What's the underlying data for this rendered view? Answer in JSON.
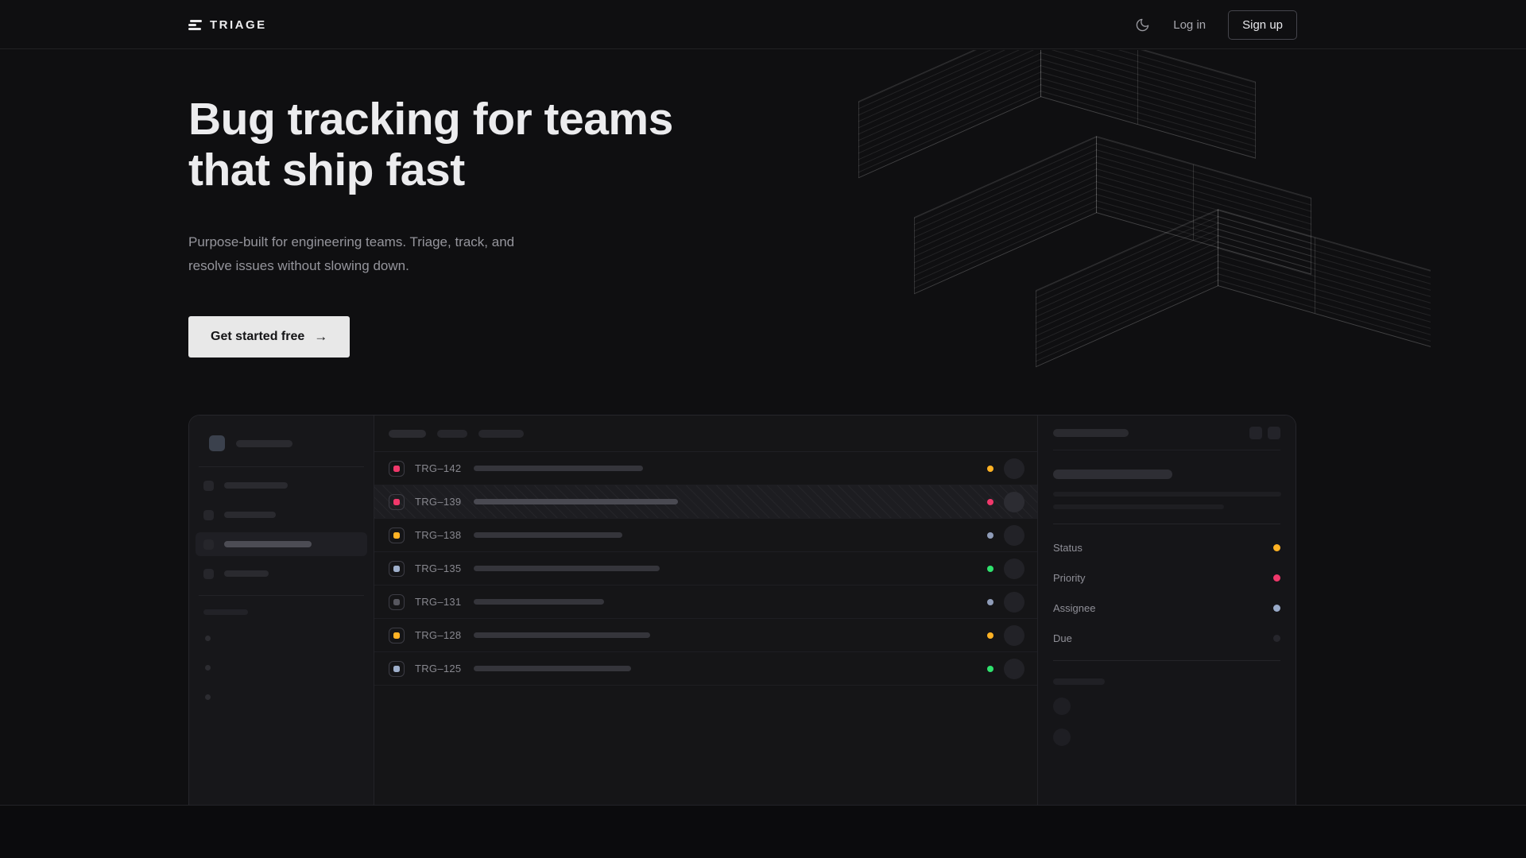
{
  "nav": {
    "brand": "TRIAGE",
    "theme_toggle_icon": "moon-icon",
    "login_label": "Log in",
    "signup_label": "Sign up"
  },
  "hero": {
    "title_line1": "Bug tracking for teams",
    "title_line2": "that ship fast",
    "subtitle_line1": "Purpose-built for engineering teams. Triage, track, and",
    "subtitle_line2": "resolve issues without slowing down.",
    "cta_label": "Get started free",
    "cta_arrow": "→"
  },
  "app_mockup": {
    "sidebar": {
      "nav_item_pill_widths": [
        80,
        65,
        110,
        56
      ],
      "selected_index": 2,
      "footer_dot_count": 3
    },
    "issue_list": {
      "issues": [
        {
          "id": "TRG–142",
          "icon_color": "#f0386b",
          "status_dot_color": "#ffb224",
          "title_bar_width": 213,
          "selected": false
        },
        {
          "id": "TRG–139",
          "icon_color": "#f0386b",
          "status_dot_color": "#f0386b",
          "title_bar_width": 257,
          "selected": true
        },
        {
          "id": "TRG–138",
          "icon_color": "#ffb224",
          "status_dot_color": "#8f9cb8",
          "title_bar_width": 187,
          "selected": false
        },
        {
          "id": "TRG–135",
          "icon_color": "#9fb0cc",
          "status_dot_color": "#2fe26d",
          "title_bar_width": 234,
          "selected": false
        },
        {
          "id": "TRG–131",
          "icon_color": "#57575f",
          "status_dot_color": "#8f9cb8",
          "title_bar_width": 164,
          "selected": false
        },
        {
          "id": "TRG–128",
          "icon_color": "#ffb224",
          "status_dot_color": "#ffb224",
          "title_bar_width": 222,
          "selected": false
        },
        {
          "id": "TRG–125",
          "icon_color": "#9fb0cc",
          "status_dot_color": "#2fe26d",
          "title_bar_width": 198,
          "selected": false
        }
      ]
    },
    "detail_panel": {
      "fields": [
        {
          "label": "Status",
          "dot_color": "#ffb224"
        },
        {
          "label": "Priority",
          "dot_color": "#f0386b"
        },
        {
          "label": "Assignee",
          "dot_color": "#99aac8"
        },
        {
          "label": "Due",
          "dot_color": "#26262c"
        }
      ]
    }
  }
}
